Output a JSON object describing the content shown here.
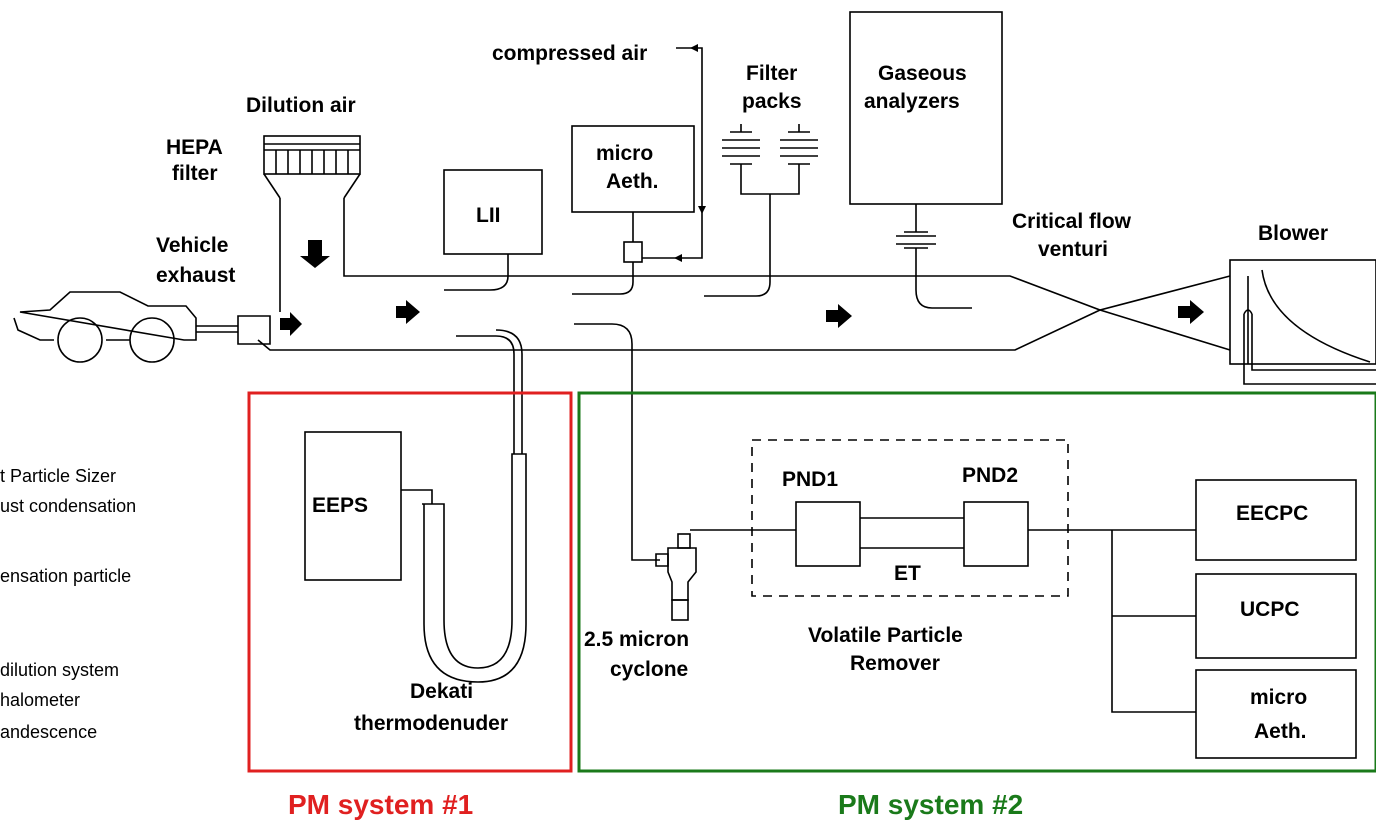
{
  "labels": {
    "compressed_air": "compressed air",
    "filter_packs_1": "Filter",
    "filter_packs_2": "packs",
    "gaseous_1": "Gaseous",
    "gaseous_2": "analyzers",
    "dilution_air": "Dilution air",
    "hepa_1": "HEPA",
    "hepa_2": "filter",
    "micro_aeth_top_1": "micro",
    "micro_aeth_top_2": "Aeth.",
    "lii": "LII",
    "critical_1": "Critical flow",
    "critical_2": "venturi",
    "blower": "Blower",
    "vehicle_1": "Vehicle",
    "vehicle_2": "exhaust",
    "eeps": "EEPS",
    "dekati_1": "Dekati",
    "dekati_2": "thermodenuder",
    "pnd1": "PND1",
    "pnd2": "PND2",
    "et": "ET",
    "cyclone_1": "2.5 micron",
    "cyclone_2": "cyclone",
    "vpr_1": "Volatile Particle",
    "vpr_2": "Remover",
    "eecpc": "EECPC",
    "ucpc": "UCPC",
    "micro_aeth_bottom_1": "micro",
    "micro_aeth_bottom_2": "Aeth.",
    "pm1": "PM system #1",
    "pm2": "PM system #2"
  },
  "legend": [
    "t Particle Sizer",
    "ust condensation",
    "",
    "ensation particle",
    "",
    "",
    "dilution system",
    "halometer",
    "andescence"
  ],
  "colors": {
    "pm1": "#e02020",
    "pm2": "#1a7a1a"
  }
}
